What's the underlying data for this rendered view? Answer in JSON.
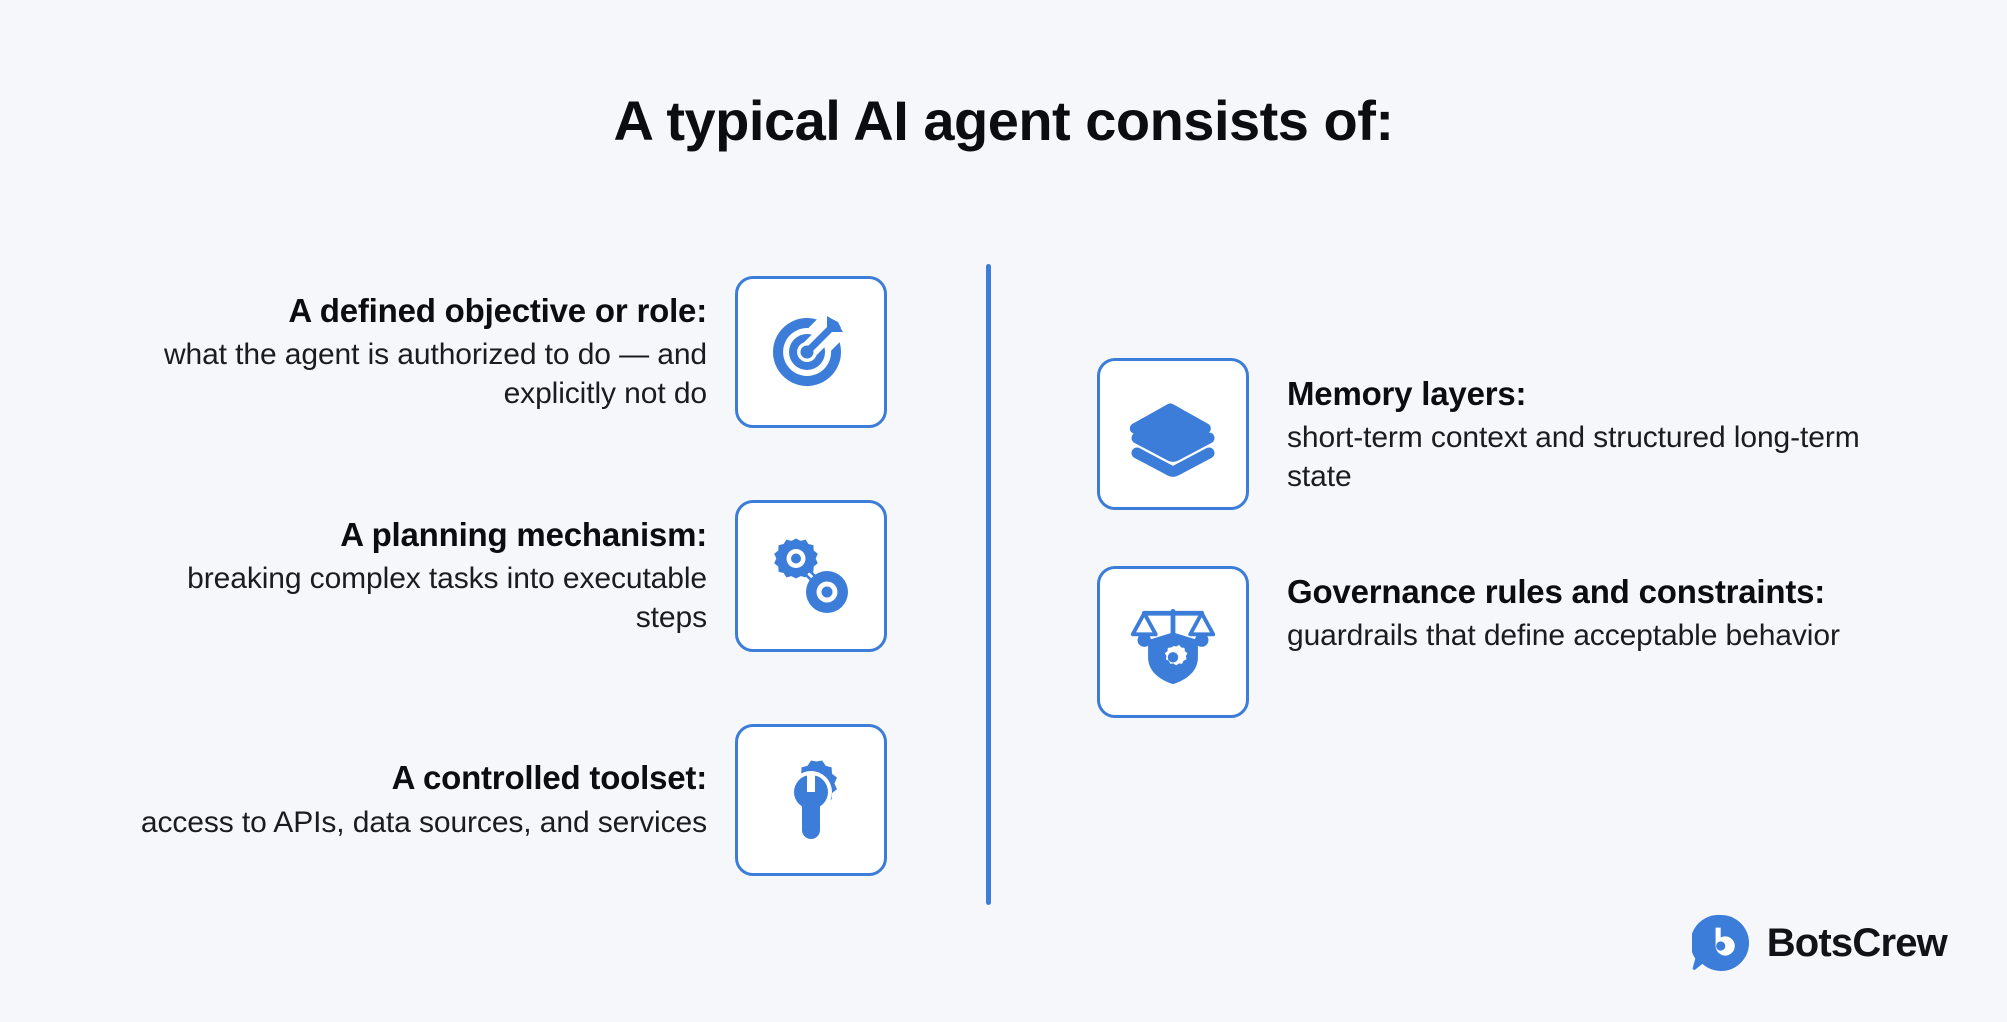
{
  "page": {
    "title": "A typical AI agent consists of:",
    "background_color": "#f5f7fa",
    "accent_color": "#3b7dd8",
    "text_color": "#0c0d10"
  },
  "left_column": {
    "items": [
      {
        "title": "A defined objective or role:",
        "description": "what the agent is authorized to do — and explicitly not do",
        "icon": "target-arrow-icon"
      },
      {
        "title": "A planning mechanism:",
        "description": "breaking complex tasks into executable steps",
        "icon": "gear-linkage-icon"
      },
      {
        "title": "A controlled toolset:",
        "description": "access to APIs, data sources, and services",
        "icon": "wrench-gear-icon"
      }
    ]
  },
  "right_column": {
    "items": [
      {
        "title": "Memory layers:",
        "description": "short-term context and structured long-term state",
        "icon": "stacked-layers-icon"
      },
      {
        "title": "Governance rules and constraints:",
        "description": "guardrails that define acceptable behavior",
        "icon": "scales-shield-gear-icon"
      }
    ]
  },
  "logo": {
    "name": "BotsCrew",
    "mark": "botscrew-chat-bubble-b-icon",
    "color": "#3b7dd8"
  }
}
